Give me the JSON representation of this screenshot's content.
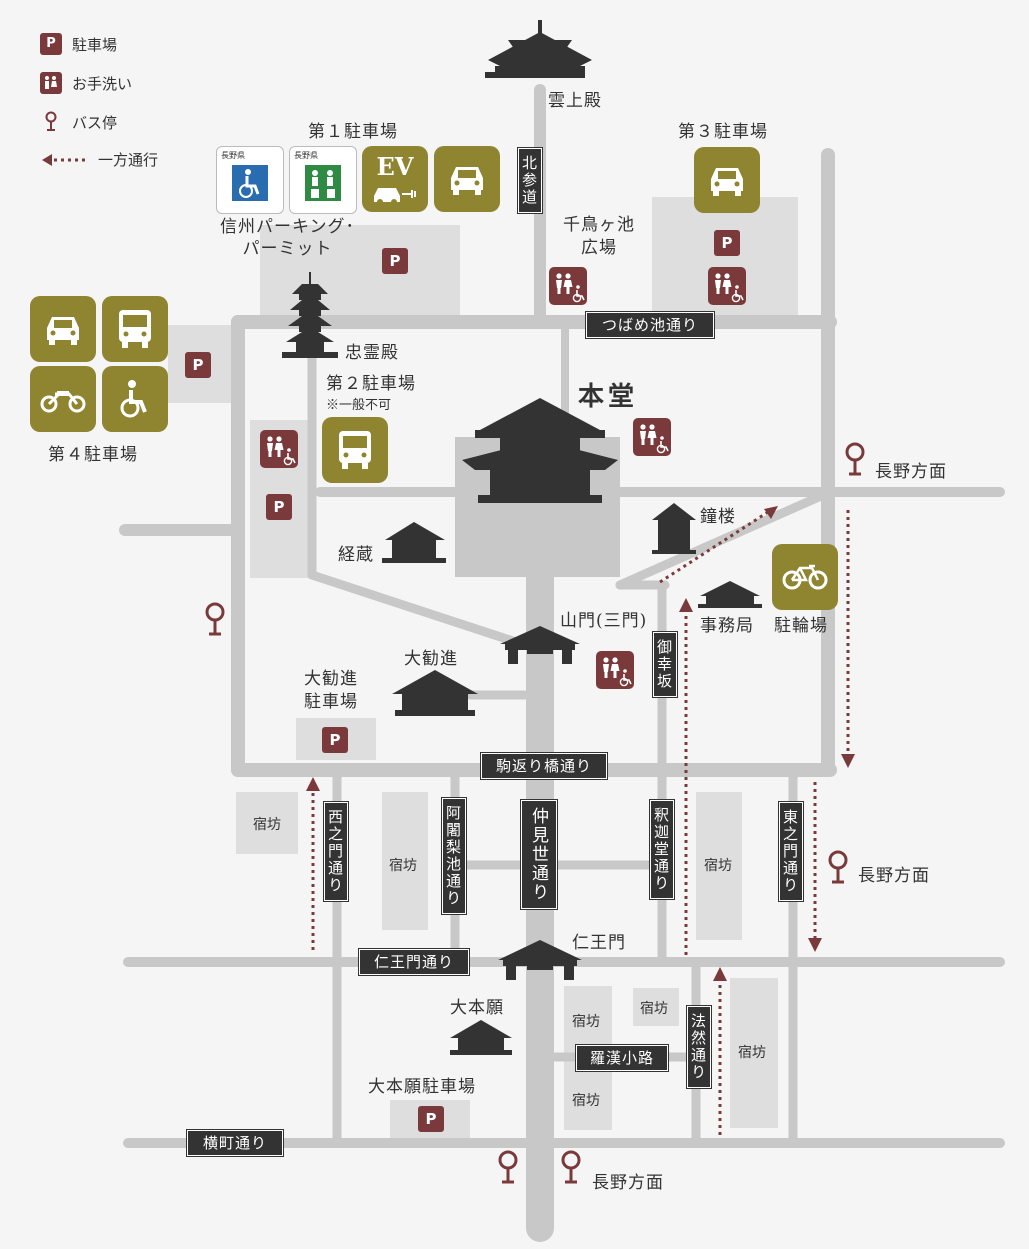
{
  "legend": {
    "parking_glyph": "P",
    "parking": "駐車場",
    "toilet": "お手洗い",
    "bus_stop": "バス停",
    "one_way": "一方通行"
  },
  "colors": {
    "road": "#c8c8c8",
    "lot": "#dedede",
    "building": "#333333",
    "maroon": "#7a3a3c",
    "gold": "#8f8430"
  },
  "places": {
    "unjoden": "雲上殿",
    "chidorigaike": "千鳥ヶ池\n広場",
    "chureiden": "忠霊殿",
    "hondo": "本堂",
    "kyozo": "経蔵",
    "shoro": "鐘楼",
    "jimukyoku": "事務局",
    "churinjo": "駐輪場",
    "sanmon": "山門(三門)",
    "daikanjin": "大勧進",
    "daikanjin_parking": "大勧進\n駐車場",
    "niomon": "仁王門",
    "daihongan": "大本願",
    "daihongan_parking": "大本願駐車場",
    "shukubo": "宿坊",
    "nagano_dir": "長野方面"
  },
  "parking": {
    "p1_title": "第１駐車場",
    "p1_permit": "信州パーキング･\nパーミット",
    "p1_badge_pref": "長野県",
    "ev_label": "EV",
    "p2_title": "第２駐車場",
    "p2_note": "※一般不可",
    "p3_title": "第３駐車場",
    "p4_title": "第４駐車場"
  },
  "roads": {
    "kitasando": "北参道",
    "tsubameike": "つばめ池通り",
    "gokozaka": "御幸坂",
    "komagaeri": "駒返り橋通り",
    "nishinomon": "西之門通り",
    "ajarike": "阿闍梨池通り",
    "nakamise": "仲見世通り",
    "shakado": "釈迦堂通り",
    "higashinomon": "東之門通り",
    "niomon_dori": "仁王門通り",
    "rakan": "羅漢小路",
    "hozen": "法然通り",
    "yokomachi": "横町通り"
  },
  "icons": {
    "parking": "parking-icon",
    "toilet": "toilet-icon",
    "bus_stop": "bus-stop-icon",
    "car": "car-icon",
    "bus": "bus-icon",
    "motorcycle": "motorcycle-icon",
    "wheelchair": "wheelchair-icon",
    "bicycle": "bicycle-icon",
    "ev": "ev-charger-icon",
    "temple": "temple-icon",
    "pagoda": "pagoda-icon",
    "one_way_arrow": "one-way-arrow-icon"
  }
}
